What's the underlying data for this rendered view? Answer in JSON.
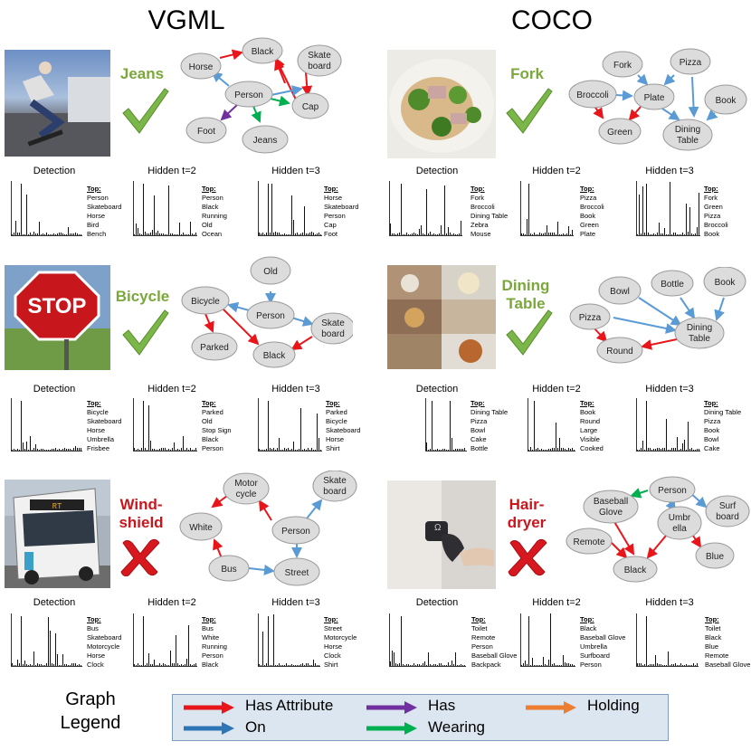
{
  "columns": {
    "left": "VGML",
    "right": "COCO"
  },
  "rows": [
    {
      "left": {
        "label": "Jeans",
        "verdict": "correct",
        "nodes": [
          "Horse",
          "Black",
          "Skate board",
          "Person",
          "Cap",
          "Foot",
          "Jeans"
        ],
        "panels": {
          "detection": {
            "title": "Detection",
            "top": [
              "Person",
              "Skateboard",
              "Horse",
              "Bird",
              "Bench"
            ]
          },
          "t2": {
            "title": "Hidden t=2",
            "top": [
              "Person",
              "Black",
              "Running",
              "Old",
              "Ocean"
            ]
          },
          "t3": {
            "title": "Hidden t=3",
            "top": [
              "Horse",
              "Skateboard",
              "Person",
              "Cap",
              "Foot"
            ]
          }
        }
      },
      "right": {
        "label": "Fork",
        "verdict": "correct",
        "nodes": [
          "Fork",
          "Pizza",
          "Broccoli",
          "Plate",
          "Book",
          "Green",
          "Dining Table"
        ],
        "panels": {
          "detection": {
            "title": "Detection",
            "top": [
              "Fork",
              "Broccoli",
              "Dining Table",
              "Zebra",
              "Mouse"
            ]
          },
          "t2": {
            "title": "Hidden t=2",
            "top": [
              "Pizza",
              "Broccoli",
              "Book",
              "Green",
              "Plate"
            ]
          },
          "t3": {
            "title": "Hidden t=3",
            "top": [
              "Fork",
              "Green",
              "Pizza",
              "Broccoli",
              "Book"
            ]
          }
        }
      }
    },
    {
      "left": {
        "label": "Bicycle",
        "verdict": "correct",
        "nodes": [
          "Old",
          "Bicycle",
          "Person",
          "Skate board",
          "Parked",
          "Black"
        ],
        "panels": {
          "detection": {
            "title": "Detection",
            "top": [
              "Bicycle",
              "Skateboard",
              "Horse",
              "Umbrella",
              "Frisbee"
            ]
          },
          "t2": {
            "title": "Hidden t=2",
            "top": [
              "Parked",
              "Old",
              "Stop Sign",
              "Black",
              "Person"
            ]
          },
          "t3": {
            "title": "Hidden t=3",
            "top": [
              "Parked",
              "Bicycle",
              "Skateboard",
              "Horse",
              "Shirt"
            ]
          }
        }
      },
      "right": {
        "label": "Dining Table",
        "verdict": "correct",
        "nodes": [
          "Bowl",
          "Bottle",
          "Book",
          "Pizza",
          "Dining Table",
          "Round"
        ],
        "panels": {
          "detection": {
            "title": "Detection",
            "top": [
              "Dining Table",
              "Pizza",
              "Bowl",
              "Cake",
              "Bottle"
            ]
          },
          "t2": {
            "title": "Hidden t=2",
            "top": [
              "Book",
              "Round",
              "Large",
              "Visible",
              "Cooked"
            ]
          },
          "t3": {
            "title": "Hidden t=3",
            "top": [
              "Dining Table",
              "Pizza",
              "Book",
              "Bowl",
              "Cake"
            ]
          }
        }
      }
    },
    {
      "left": {
        "label": "Wind-shield",
        "verdict": "wrong",
        "nodes": [
          "Motor cycle",
          "Skate board",
          "White",
          "Person",
          "Bus",
          "Street"
        ],
        "panels": {
          "detection": {
            "title": "Detection",
            "top": [
              "Bus",
              "Skateboard",
              "Motorcycle",
              "Horse",
              "Clock"
            ]
          },
          "t2": {
            "title": "Hidden t=2",
            "top": [
              "Bus",
              "White",
              "Running",
              "Person",
              "Black"
            ]
          },
          "t3": {
            "title": "Hidden t=3",
            "top": [
              "Street",
              "Motorcycle",
              "Horse",
              "Clock",
              "Shirt"
            ]
          }
        }
      },
      "right": {
        "label": "Hair-dryer",
        "verdict": "wrong",
        "nodes": [
          "Person",
          "Baseball Glove",
          "Surf board",
          "Umbr ella",
          "Remote",
          "Black",
          "Blue"
        ],
        "panels": {
          "detection": {
            "title": "Detection",
            "top": [
              "Toilet",
              "Remote",
              "Person",
              "Baseball Glove",
              "Backpack"
            ]
          },
          "t2": {
            "title": "Hidden t=2",
            "top": [
              "Black",
              "Baseball Glove",
              "Umbrella",
              "Surfboard",
              "Person"
            ]
          },
          "t3": {
            "title": "Hidden t=3",
            "top": [
              "Toilet",
              "Black",
              "Blue",
              "Remote",
              "Baseball Glove"
            ]
          }
        }
      }
    }
  ],
  "top_header": "Top:",
  "legend": {
    "title": "Graph Legend",
    "items": [
      {
        "label": "Has Attribute",
        "color": "#e8161b"
      },
      {
        "label": "Has",
        "color": "#7030a0"
      },
      {
        "label": "Holding",
        "color": "#ed7d31"
      },
      {
        "label": "On",
        "color": "#2e75b6"
      },
      {
        "label": "Wearing",
        "color": "#00b050"
      }
    ]
  },
  "colors": {
    "attribute": "#e8161b",
    "on": "#5b9bd5",
    "wearing": "#00b050",
    "has": "#7030a0",
    "check": "#7ab648",
    "cross": "#d7191f"
  }
}
